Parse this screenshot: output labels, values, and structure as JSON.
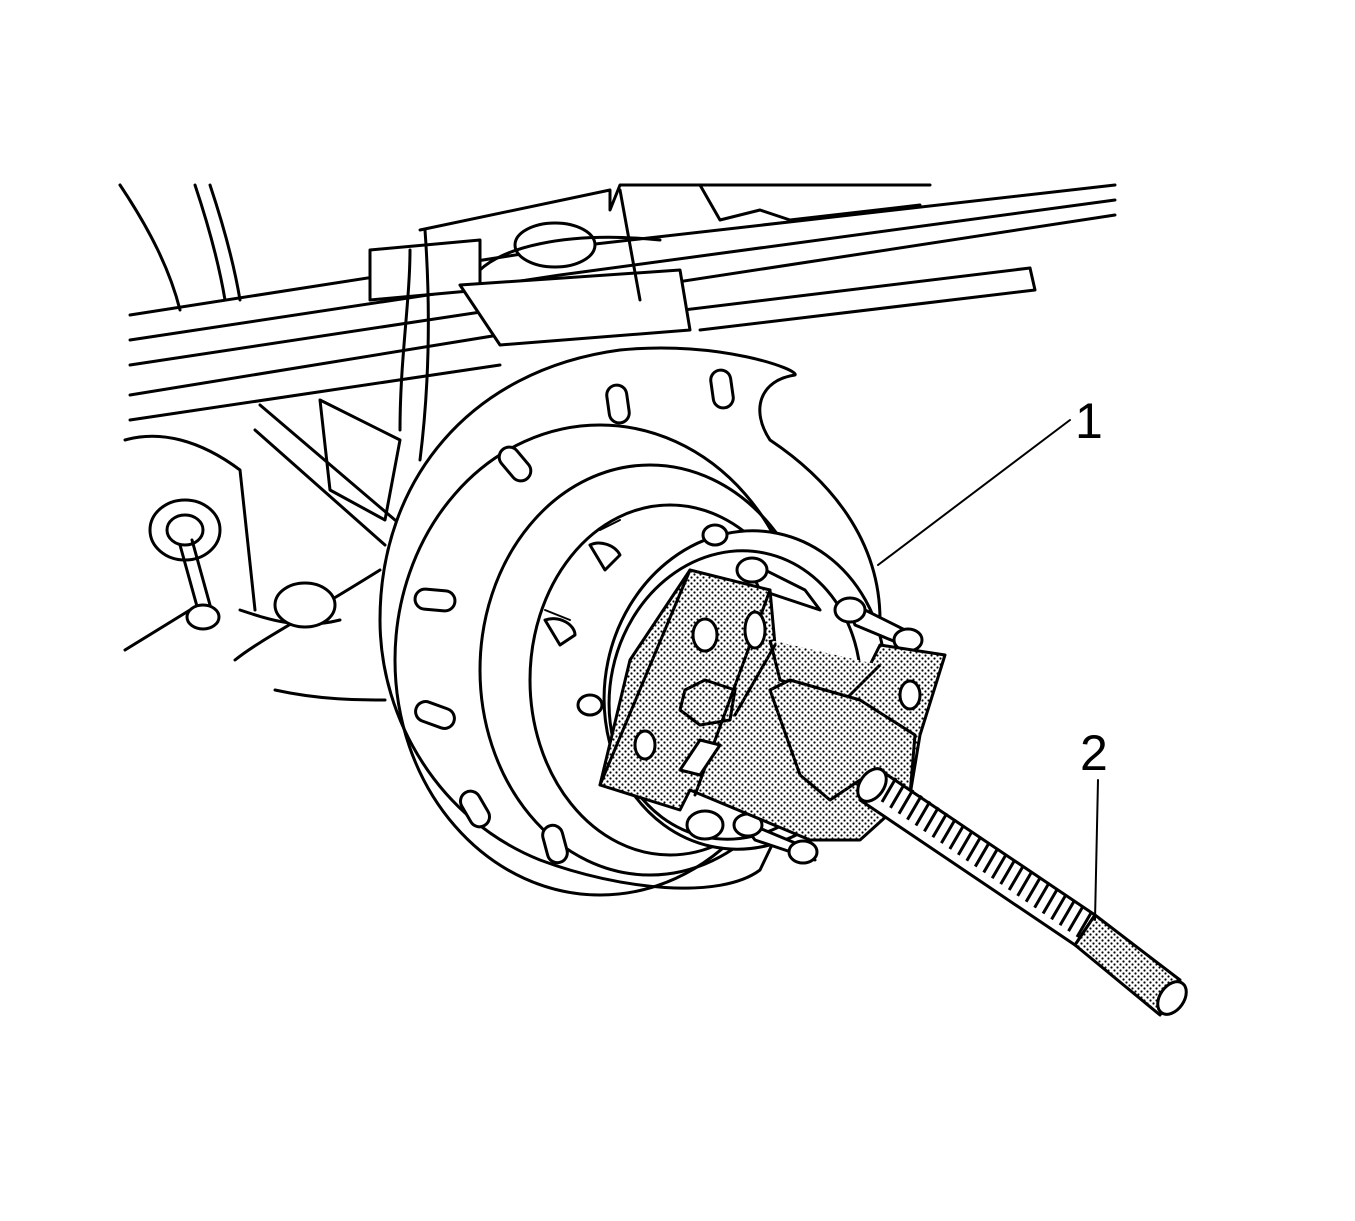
{
  "callouts": [
    {
      "id": "1",
      "label": "1"
    },
    {
      "id": "2",
      "label": "2"
    }
  ],
  "colors": {
    "line": "#000000",
    "background": "#ffffff",
    "stipple": "#bfbfbf"
  }
}
